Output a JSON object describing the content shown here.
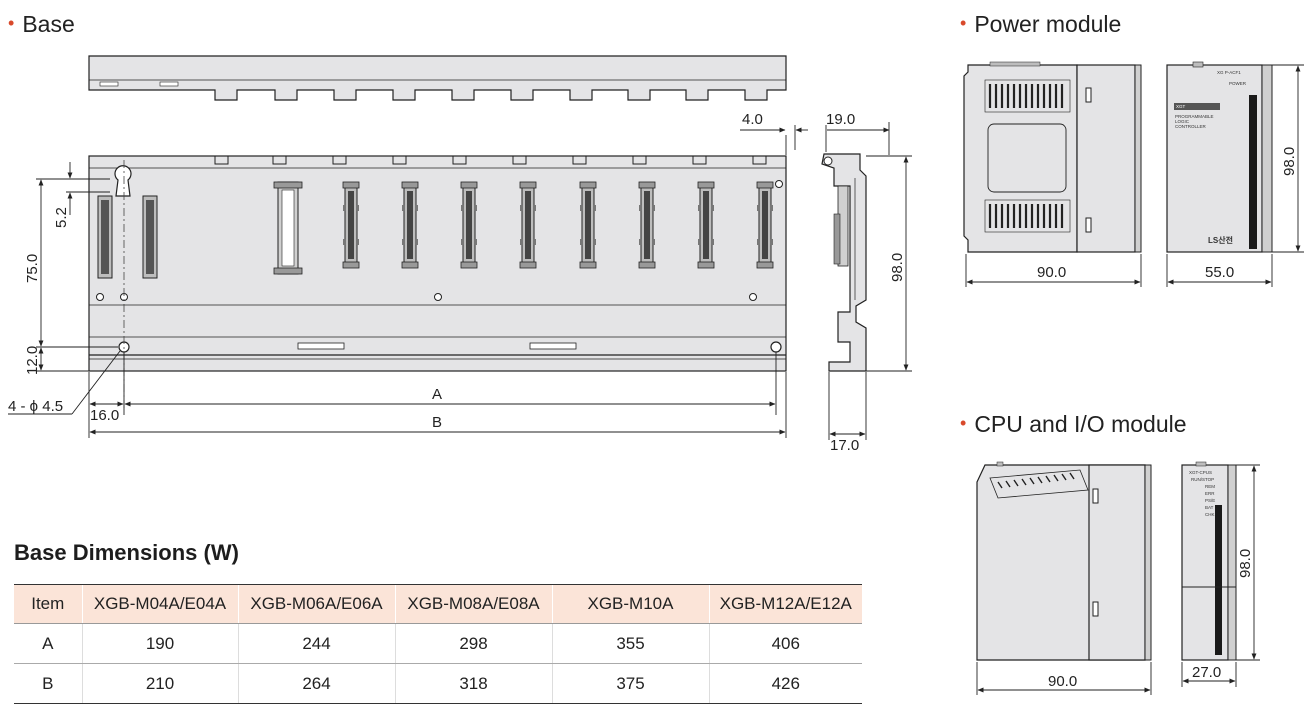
{
  "sections": {
    "base": "Base",
    "power": "Power module",
    "cpu_io": "CPU and I/O module"
  },
  "base_dims": {
    "d_4_0": "4.0",
    "d_19_0": "19.0",
    "d_5_2": "5.2",
    "d_75_0": "75.0",
    "d_12_0": "12.0",
    "d_98_0": "98.0",
    "d_hole": "4 - ϕ 4.5",
    "d_16_0": "16.0",
    "label_a": "A",
    "label_b": "B",
    "d_17_0": "17.0"
  },
  "power_dims": {
    "w": "90.0",
    "d": "55.0",
    "h": "98.0"
  },
  "cpu_dims": {
    "w": "90.0",
    "d": "27.0",
    "h": "98.0"
  },
  "power_front_text": {
    "model": "XG P-ACF1",
    "power": "POWER",
    "brand_strip": "XGT",
    "desc1": "PROGRAMMABLE",
    "desc2": "LOGIC",
    "desc3": "CONTROLLER",
    "logo": "LS산전"
  },
  "cpu_front_text": [
    "XGT-CPUS",
    "RUN/STOP",
    "REM",
    "ERR",
    "PS/E",
    "BAT",
    "CHK"
  ],
  "table": {
    "title": "Base Dimensions (W)",
    "headers": [
      "Item",
      "XGB-M04A/E04A",
      "XGB-M06A/E06A",
      "XGB-M08A/E08A",
      "XGB-M10A",
      "XGB-M12A/E12A"
    ],
    "rows": [
      [
        "A",
        "190",
        "244",
        "298",
        "355",
        "406"
      ],
      [
        "B",
        "210",
        "264",
        "318",
        "375",
        "426"
      ]
    ]
  },
  "colors": {
    "accent_dot": "#d8492b",
    "table_header_bg": "#fbe4d8",
    "module_fill": "#e4e4e6"
  }
}
